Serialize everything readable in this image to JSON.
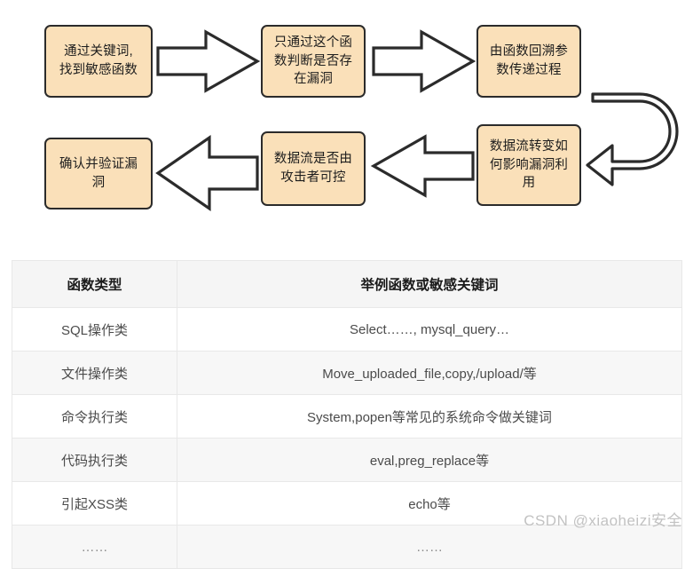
{
  "flowchart": {
    "nodes": [
      {
        "id": "n1",
        "lines": [
          "通过关键词,",
          "找到敏感函数"
        ]
      },
      {
        "id": "n2",
        "lines": [
          "只通过这个函",
          "数判断是否存",
          "在漏洞"
        ]
      },
      {
        "id": "n3",
        "lines": [
          "由函数回溯参",
          "数传递过程"
        ]
      },
      {
        "id": "n4",
        "lines": [
          "数据流转变如",
          "何影响漏洞利",
          "用"
        ]
      },
      {
        "id": "n5",
        "lines": [
          "数据流是否由",
          "攻击者可控"
        ]
      },
      {
        "id": "n6",
        "lines": [
          "确认并验证漏",
          "洞"
        ]
      }
    ],
    "arrows": [
      {
        "name": "arrow-n1-to-n2",
        "direction": "right"
      },
      {
        "name": "arrow-n2-to-n3",
        "direction": "right"
      },
      {
        "name": "arrow-loop-n3-to-n4",
        "direction": "u-turn-left"
      },
      {
        "name": "arrow-n4-to-n5",
        "direction": "left"
      },
      {
        "name": "arrow-n5-to-n6",
        "direction": "left"
      }
    ],
    "colors": {
      "node_fill": "#fae0b9",
      "node_border": "#2b2b2b",
      "arrow_fill": "#ffffff",
      "arrow_stroke": "#2b2b2b"
    }
  },
  "table": {
    "headers": [
      "函数类型",
      "举例函数或敏感关键词"
    ],
    "rows": [
      {
        "type": "SQL操作类",
        "examples": "Select……, mysql_query…"
      },
      {
        "type": "文件操作类",
        "examples": "Move_uploaded_file,copy,/upload/等"
      },
      {
        "type": "命令执行类",
        "examples": "System,popen等常见的系统命令做关键词"
      },
      {
        "type": "代码执行类",
        "examples": "eval,preg_replace等"
      },
      {
        "type": "引起XSS类",
        "examples": "echo等"
      },
      {
        "type": "……",
        "examples": "……"
      }
    ]
  },
  "watermark": {
    "text": "CSDN @xiaoheizi安全"
  }
}
